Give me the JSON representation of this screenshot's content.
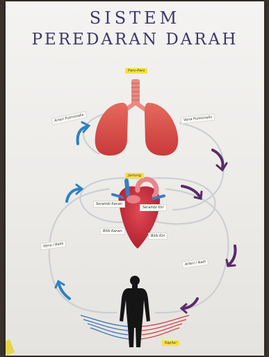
{
  "title": {
    "line1": "SISTEM",
    "line2": "PEREDARAN DARAH"
  },
  "labels": {
    "paru_paru": "Paru-Paru",
    "arteri_pulmonalis": "Arteri Pulmonalis",
    "vena_pulmonalis": "Vena Pulmonalis",
    "jantung": "Jantung",
    "serambi_kanan": "Serambi Kanan",
    "serambi_kiri": "Serambi Kiri",
    "bilik_kanan": "Bilik Kanan",
    "bilik_kiri": "Bilik Kiri",
    "vena_balik": "Vena / Balik",
    "arteri_nadi": "Arteri / Nadi",
    "kapiler": "Kapiler"
  },
  "colors": {
    "title": "#3c3a66",
    "lung": "#d9423f",
    "heart": "#c8283a",
    "arrow_blue": "#2f7fc0",
    "arrow_purple": "#5a2a6a",
    "label_yellow": "#f6e33a",
    "human": "#151515"
  }
}
